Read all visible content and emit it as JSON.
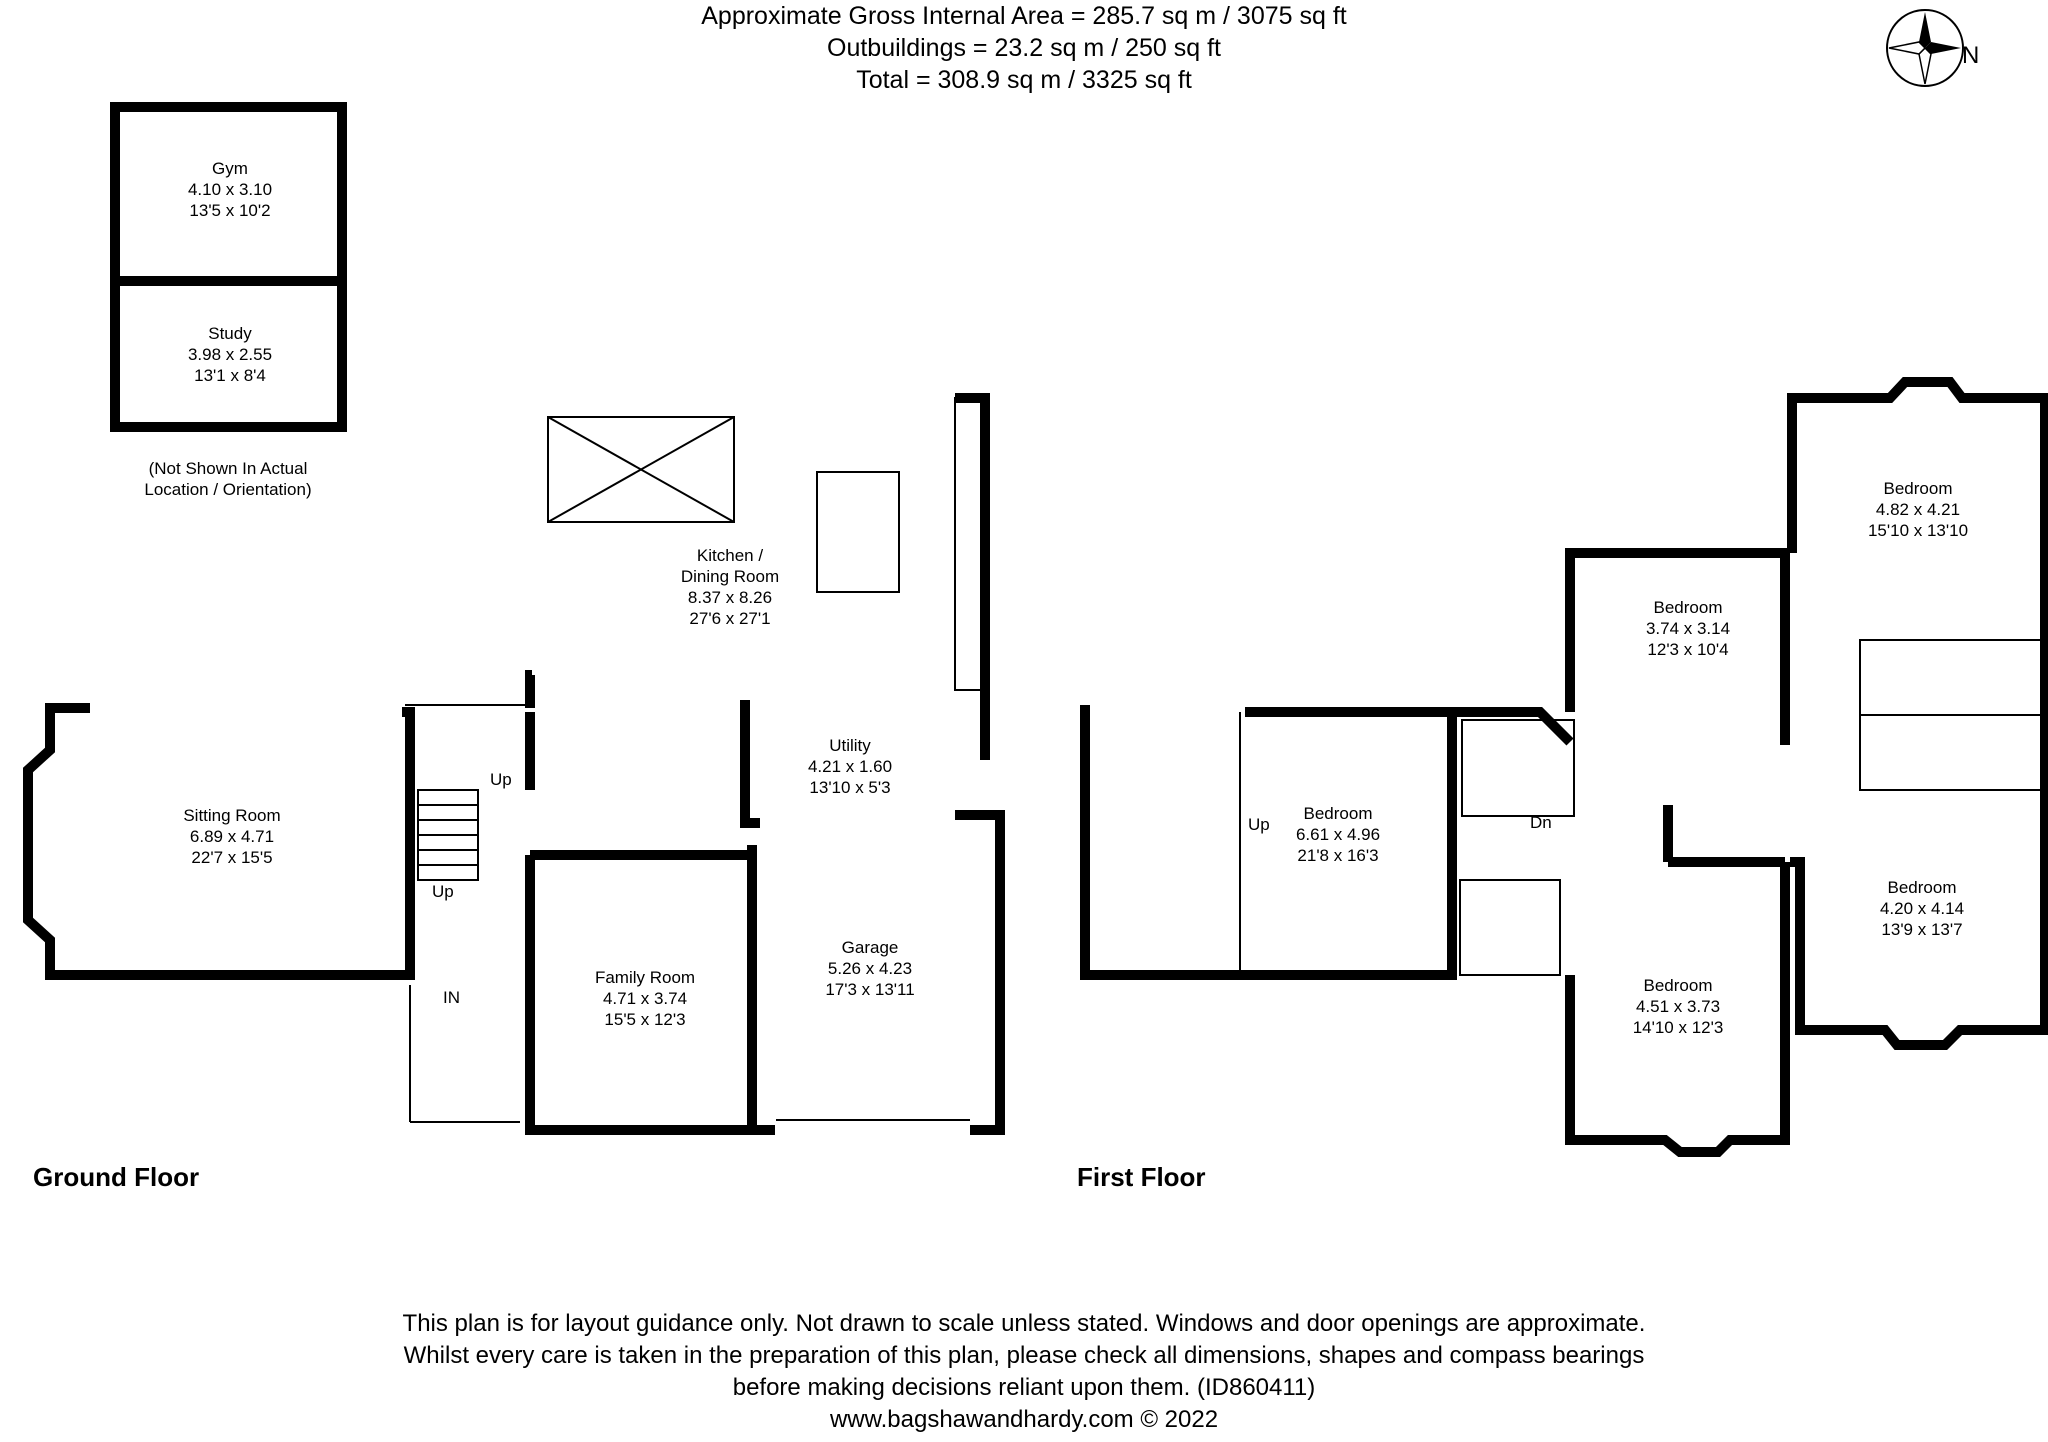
{
  "header": {
    "line1": "Approximate Gross Internal Area = 285.7 sq m / 3075 sq ft",
    "line2": "Outbuildings = 23.2 sq m / 250 sq ft",
    "line3": "Total = 308.9 sq m / 3325 sq ft"
  },
  "compass": {
    "north_label": "N",
    "icon": "compass-rose-icon"
  },
  "floors": {
    "ground": "Ground Floor",
    "first": "First Floor"
  },
  "outbuilding_note": {
    "line1": "(Not Shown In Actual",
    "line2": "Location / Orientation)"
  },
  "rooms": {
    "gym": {
      "name": "Gym",
      "metric": "4.10 x 3.10",
      "imperial": "13'5 x 10'2"
    },
    "study": {
      "name": "Study",
      "metric": "3.98 x 2.55",
      "imperial": "13'1 x 8'4"
    },
    "kitchen": {
      "name": "Kitchen /",
      "name2": "Dining Room",
      "metric": "8.37 x 8.26",
      "imperial": "27'6 x 27'1"
    },
    "sitting": {
      "name": "Sitting Room",
      "metric": "6.89 x 4.71",
      "imperial": "22'7 x 15'5"
    },
    "utility": {
      "name": "Utility",
      "metric": "4.21 x 1.60",
      "imperial": "13'10 x 5'3"
    },
    "family": {
      "name": "Family Room",
      "metric": "4.71 x 3.74",
      "imperial": "15'5 x 12'3"
    },
    "garage": {
      "name": "Garage",
      "metric": "5.26 x 4.23",
      "imperial": "17'3 x 13'11"
    },
    "bed1": {
      "name": "Bedroom",
      "metric": "6.61 x 4.96",
      "imperial": "21'8 x 16'3"
    },
    "bed2": {
      "name": "Bedroom",
      "metric": "3.74 x 3.14",
      "imperial": "12'3 x 10'4"
    },
    "bed3": {
      "name": "Bedroom",
      "metric": "4.82 x 4.21",
      "imperial": "15'10 x 13'10"
    },
    "bed4": {
      "name": "Bedroom",
      "metric": "4.20 x 4.14",
      "imperial": "13'9 x 13'7"
    },
    "bed5": {
      "name": "Bedroom",
      "metric": "4.51 x 3.73",
      "imperial": "14'10 x 12'3"
    }
  },
  "tags": {
    "up1": "Up",
    "up2": "Up",
    "up3": "Up",
    "in": "IN",
    "dn": "Dn"
  },
  "disclaimer": {
    "line1": "This plan is for layout guidance only. Not drawn to scale unless stated. Windows and door openings are approximate.",
    "line2": "Whilst every care is taken in the preparation of this plan, please check all dimensions, shapes and compass bearings",
    "line3": "before making decisions reliant upon them. (ID860411)",
    "line4": "www.bagshawandhardy.com © 2022"
  }
}
